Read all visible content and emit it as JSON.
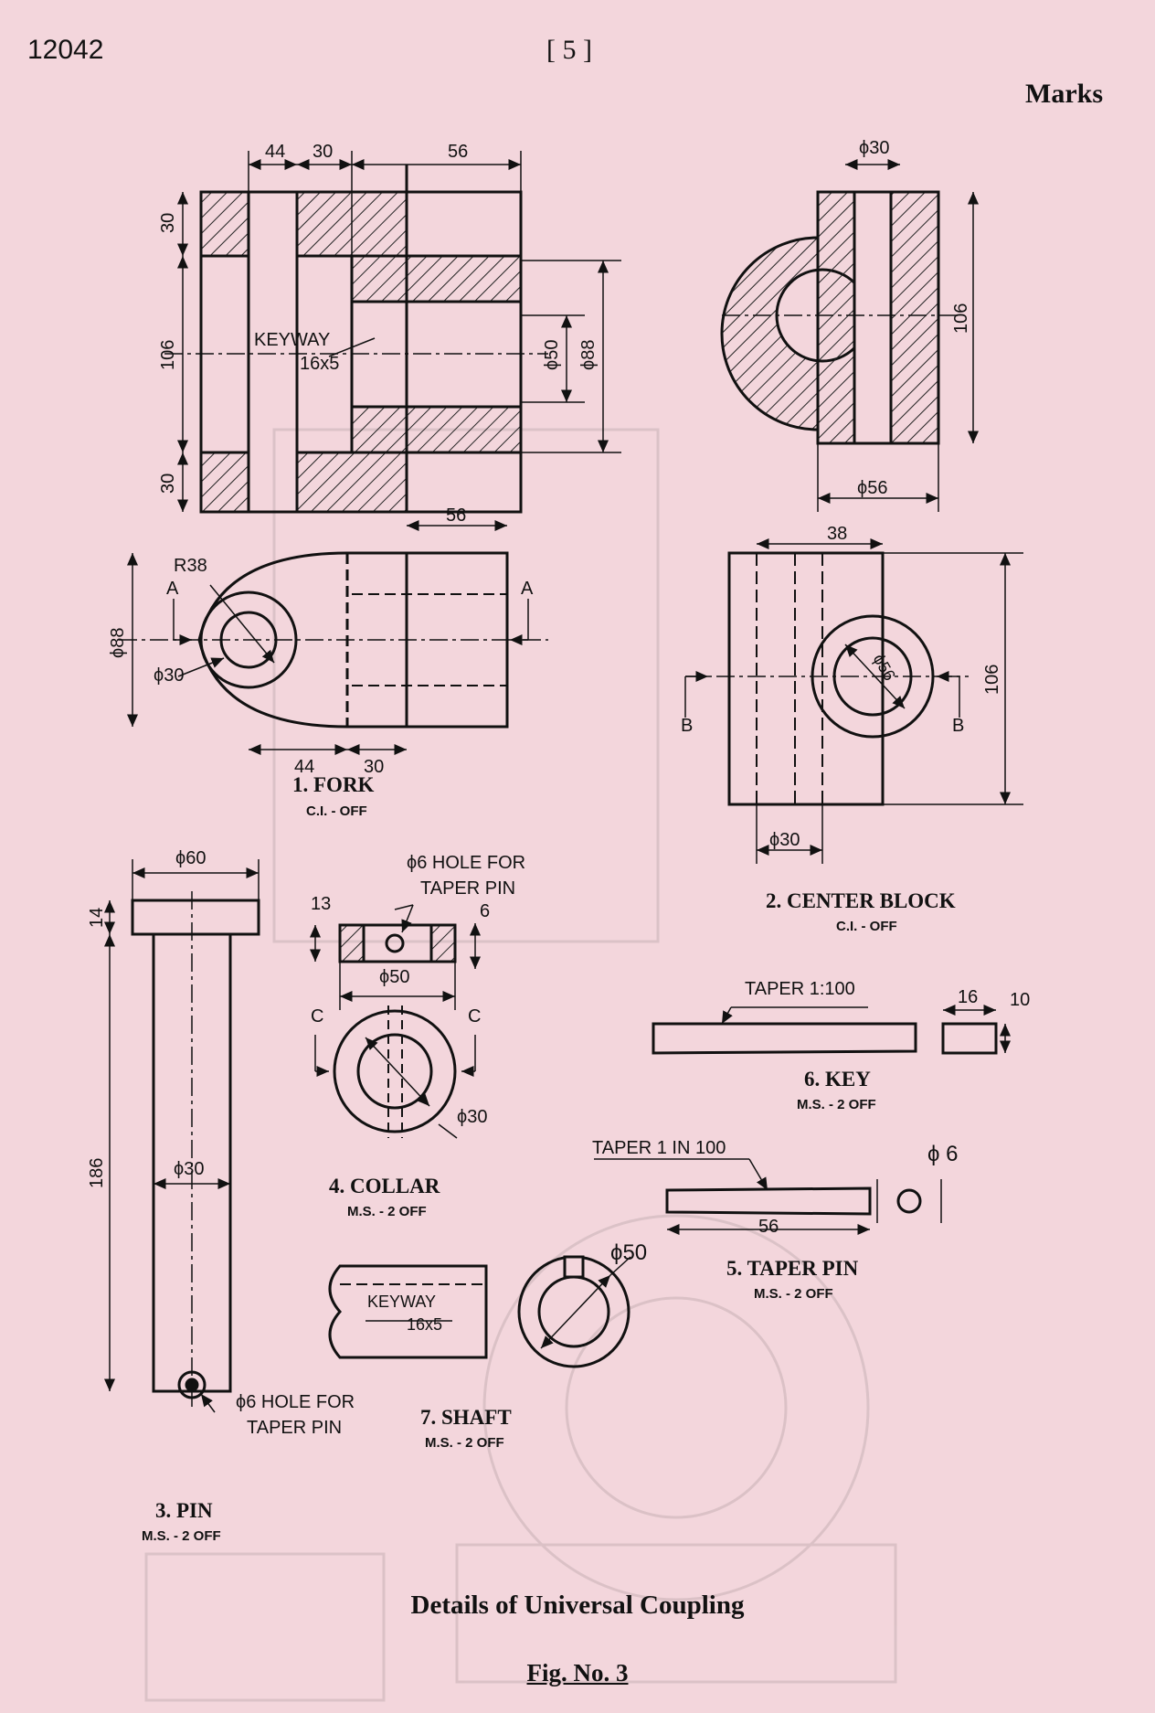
{
  "header": {
    "paper_code": "12042",
    "page_number": "[ 5 ]",
    "marks_label": "Marks"
  },
  "parts": {
    "fork": {
      "title": "1. FORK",
      "material": "C.I. - OFF"
    },
    "center_block": {
      "title": "2. CENTER BLOCK",
      "material": "C.I. - OFF"
    },
    "pin": {
      "title": "3. PIN",
      "material": "M.S. - 2 OFF"
    },
    "collar": {
      "title": "4. COLLAR",
      "material": "M.S. - 2 OFF"
    },
    "taper_pin": {
      "title": "5. TAPER PIN",
      "material": "M.S. - 2 OFF"
    },
    "key": {
      "title": "6. KEY",
      "material": "M.S. - 2 OFF"
    },
    "shaft": {
      "title": "7. SHAFT",
      "material": "M.S. - 2 OFF"
    }
  },
  "dims": {
    "d44": "44",
    "d30": "30",
    "d56": "56",
    "d106": "106",
    "keyway": "KEYWAY",
    "keyway_size": "16x5",
    "phi50": "ϕ50",
    "phi88": "ϕ88",
    "phi30": "ϕ30",
    "phi56": "ϕ56",
    "r38": "R38",
    "sec_a": "A",
    "sec_b": "B",
    "sec_c": "C",
    "d38": "38",
    "phi60": "ϕ60",
    "d14": "14",
    "d186": "186",
    "hole_line1": "ϕ6 HOLE FOR",
    "hole_line2": "TAPER PIN",
    "d13": "13",
    "d6": "6",
    "taper_key": "TAPER 1:100",
    "d16": "16",
    "d10": "10",
    "taper_pin": "TAPER 1 IN 100",
    "phi6_hand": "ϕ 6",
    "phi50_hand": "ϕ50"
  },
  "caption": {
    "title": "Details of Universal Coupling",
    "fig": "Fig. No. 3"
  }
}
